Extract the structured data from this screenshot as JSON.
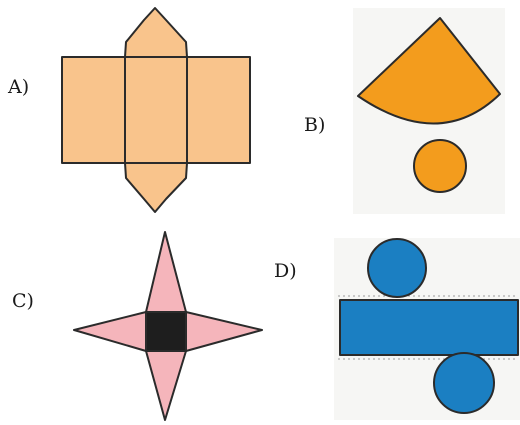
{
  "options": [
    {
      "id": "A",
      "label": "A)",
      "shape": "triangular-prism-net"
    },
    {
      "id": "B",
      "label": "B)",
      "shape": "cone-net"
    },
    {
      "id": "C",
      "label": "C)",
      "shape": "square-pyramid-net"
    },
    {
      "id": "D",
      "label": "D)",
      "shape": "cylinder-net"
    }
  ],
  "colors": {
    "prism": "#f9c48c",
    "cone": "#f39c1d",
    "pyramid_faces": "#f5b5bb",
    "pyramid_base": "#1e1e1e",
    "cylinder": "#1b7fc2",
    "stroke": "#2b2b2b",
    "backdrop": "#f6f6f4"
  }
}
